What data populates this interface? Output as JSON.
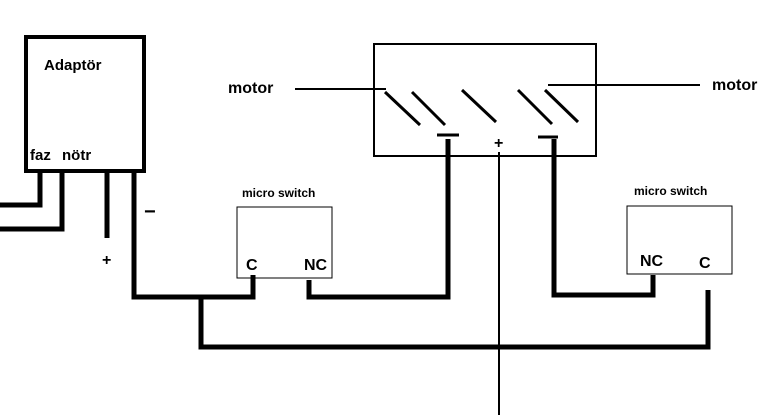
{
  "adapter": {
    "title": "Adaptör",
    "faz_label": "faz",
    "notr_label": "nötr",
    "plus_label": "+",
    "minus_label": "−"
  },
  "motor": {
    "left_label": "motor",
    "right_label": "motor",
    "minus_left_label": "−",
    "plus_label": "+",
    "minus_right_label": "−"
  },
  "switch_left": {
    "title": "micro switch",
    "c_label": "C",
    "nc_label": "NC"
  },
  "switch_right": {
    "title": "micro switch",
    "nc_label": "NC",
    "c_label": "C"
  },
  "colors": {
    "line": "#000000",
    "background": "#ffffff"
  }
}
